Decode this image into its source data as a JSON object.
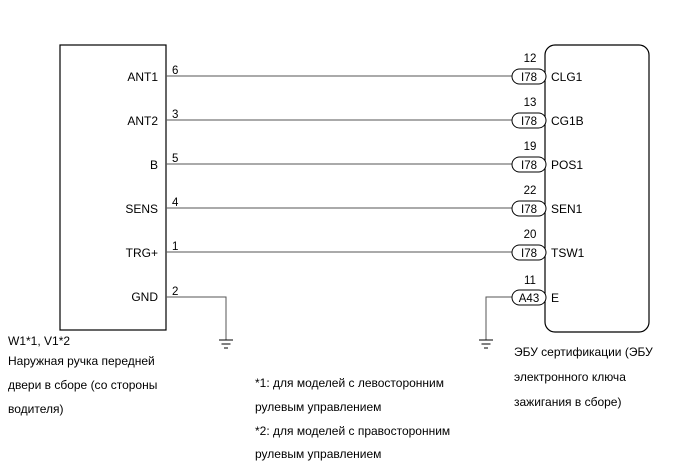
{
  "left_component": {
    "pins": [
      {
        "label": "ANT1",
        "number": "6"
      },
      {
        "label": "ANT2",
        "number": "3"
      },
      {
        "label": "B",
        "number": "5"
      },
      {
        "label": "SENS",
        "number": "4"
      },
      {
        "label": "TRG+",
        "number": "1"
      },
      {
        "label": "GND",
        "number": "2"
      }
    ],
    "caption_lines": [
      "W1*1, V1*2",
      "Наружная ручка передней",
      "двери в сборе (со стороны",
      "водителя)"
    ]
  },
  "right_component": {
    "pins": [
      {
        "label": "CLG1",
        "number": "12",
        "connector": "I78"
      },
      {
        "label": "CG1B",
        "number": "13",
        "connector": "I78"
      },
      {
        "label": "POS1",
        "number": "19",
        "connector": "I78"
      },
      {
        "label": "SEN1",
        "number": "22",
        "connector": "I78"
      },
      {
        "label": "TSW1",
        "number": "20",
        "connector": "I78"
      },
      {
        "label": "E",
        "number": "11",
        "connector": "A43"
      }
    ],
    "caption_lines": [
      "ЭБУ сертификации (ЭБУ",
      "электронного ключа",
      "зажигания в сборе)"
    ]
  },
  "notes": [
    "*1: для моделей с левосторонним",
    "рулевым управлением",
    "*2: для моделей с правосторонним",
    "рулевым управлением"
  ]
}
